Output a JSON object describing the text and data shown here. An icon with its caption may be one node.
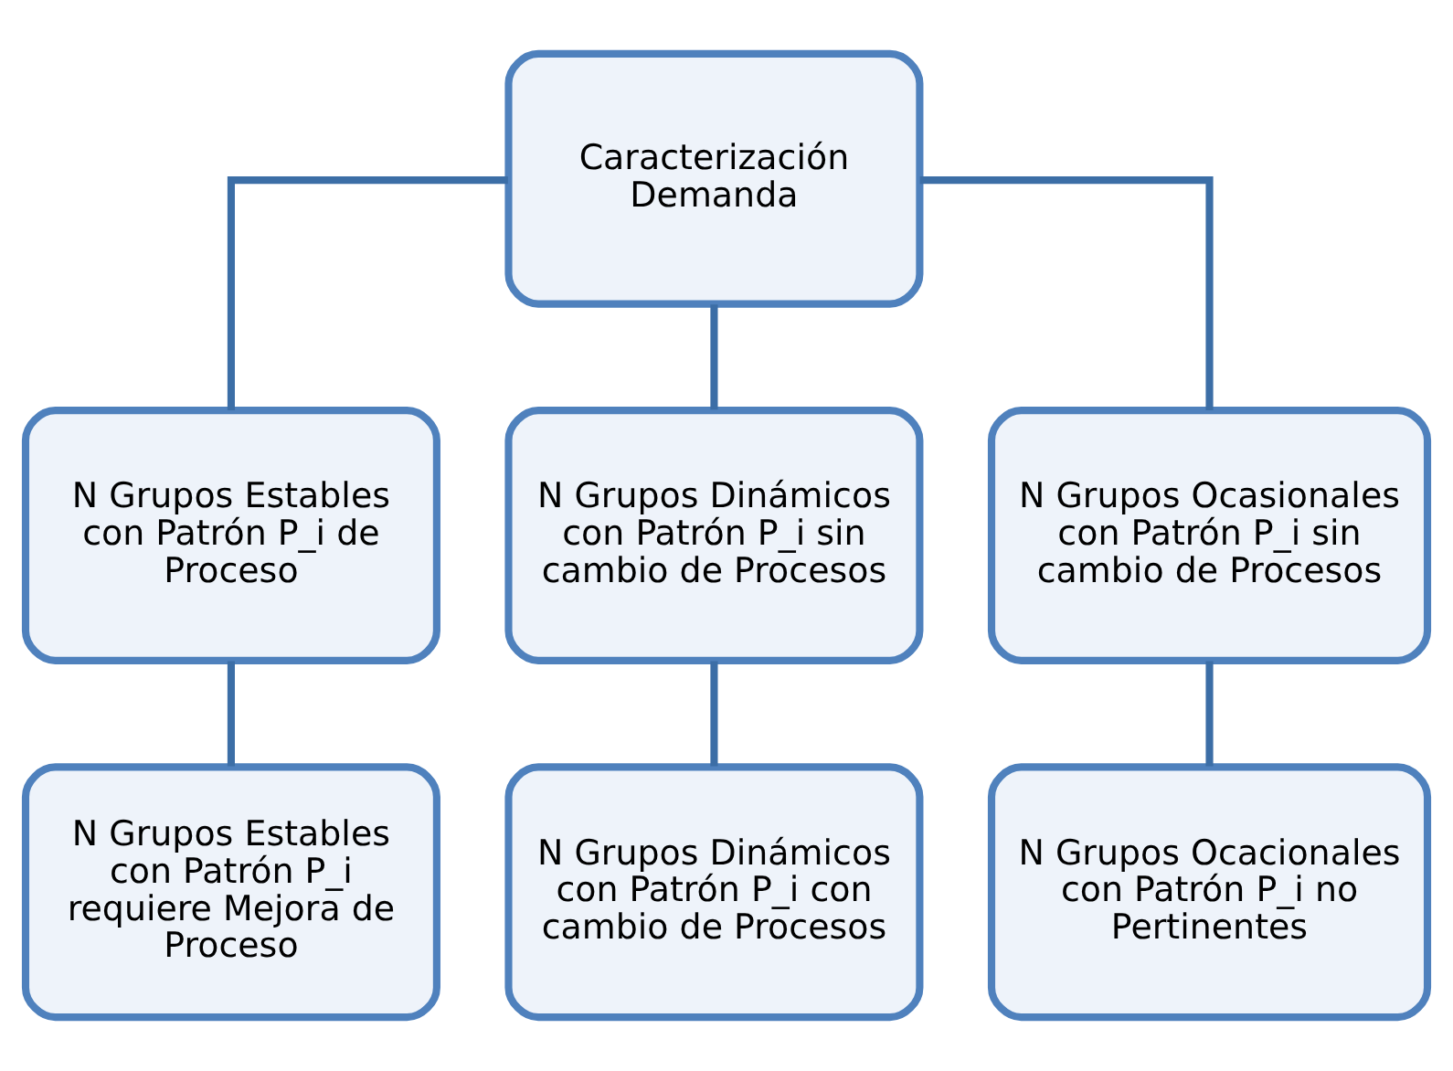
{
  "diagram": {
    "nodes": [
      {
        "text": [
          "Caracterización Demanda"
        ]
      },
      {
        "text": [
          "N Grupos Estables con Patrón P_i de Proceso"
        ]
      },
      {
        "text": [
          "N Grupos Dinámicos con Patrón P_i sin cambio de Procesos"
        ]
      },
      {
        "text": [
          "N Grupos Ocasionales con Patrón P_i sin cambio de Procesos"
        ]
      },
      {
        "text": [
          "N Grupos Estables con Patrón P_i requiere Mejora de Proceso"
        ]
      },
      {
        "text": [
          "N Grupos Dinámicos con Patrón P_i con cambio de Procesos"
        ]
      },
      {
        "text": [
          "N Grupos Ocacionales con Patrón P_i no Pertinentes"
        ]
      }
    ],
    "edges": [
      {
        "from": 0,
        "to": 1,
        "arrow": "none"
      },
      {
        "from": 0,
        "to": 2,
        "arrow": "none"
      },
      {
        "from": 0,
        "to": 3,
        "arrow": "none"
      },
      {
        "from": 1,
        "to": 4,
        "arrow": "none"
      },
      {
        "from": 2,
        "to": 5,
        "arrow": "none"
      },
      {
        "from": 3,
        "to": 6,
        "arrow": "none"
      }
    ]
  }
}
